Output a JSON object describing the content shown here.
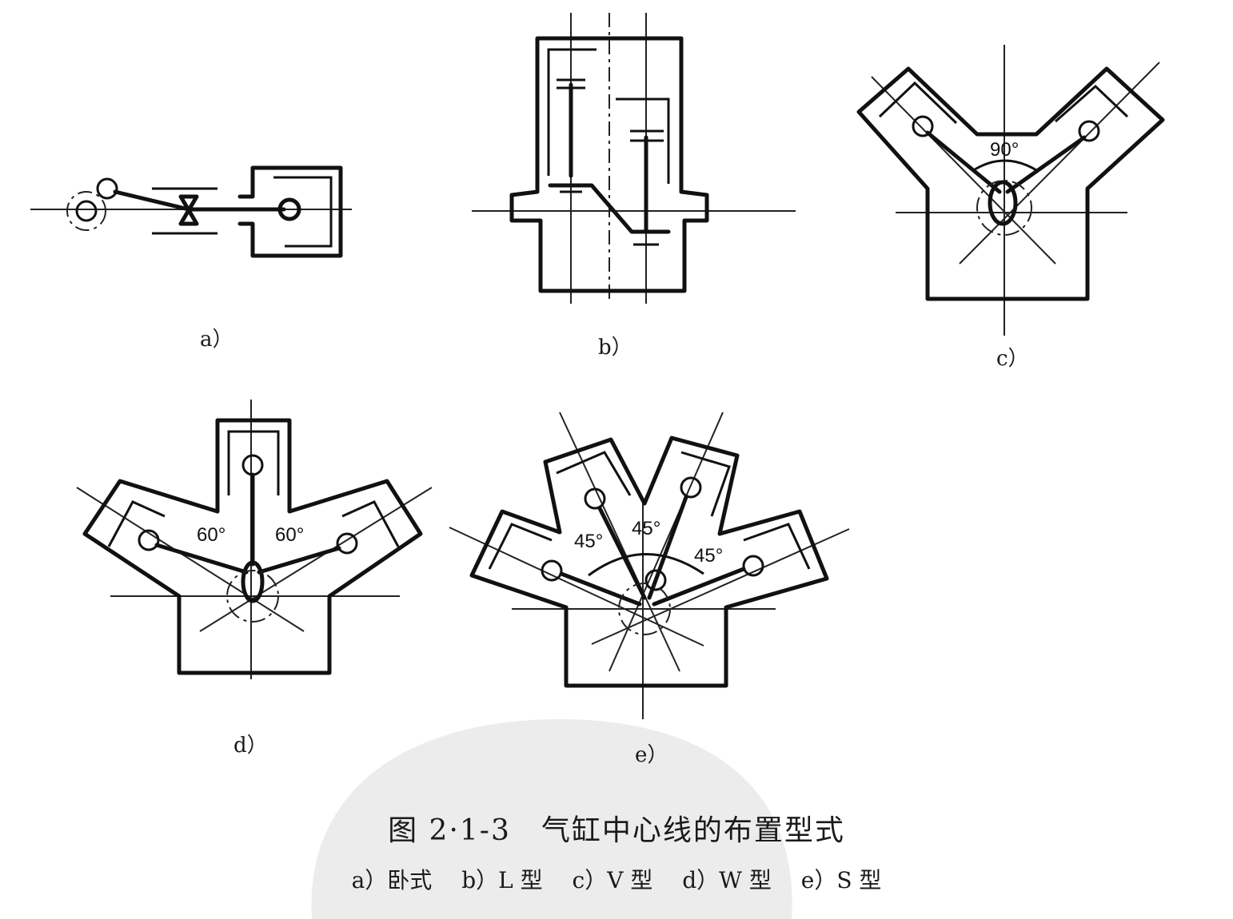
{
  "labels": {
    "a": "a）",
    "b": "b）",
    "c": "c）",
    "d": "d）",
    "e": "e）"
  },
  "angles": {
    "c": "90°",
    "d_left": "60°",
    "d_right": "60°",
    "e_left": "45°",
    "e_mid": "45°",
    "e_right": "45°"
  },
  "caption": {
    "title": "图 2·1-3　气缸中心线的布置型式",
    "items": [
      "a）卧式",
      "b）L 型",
      "c）V 型",
      "d）W 型",
      "e）S 型"
    ]
  },
  "colors": {
    "ink": "#111111",
    "watermark": "#e9e9e9"
  }
}
